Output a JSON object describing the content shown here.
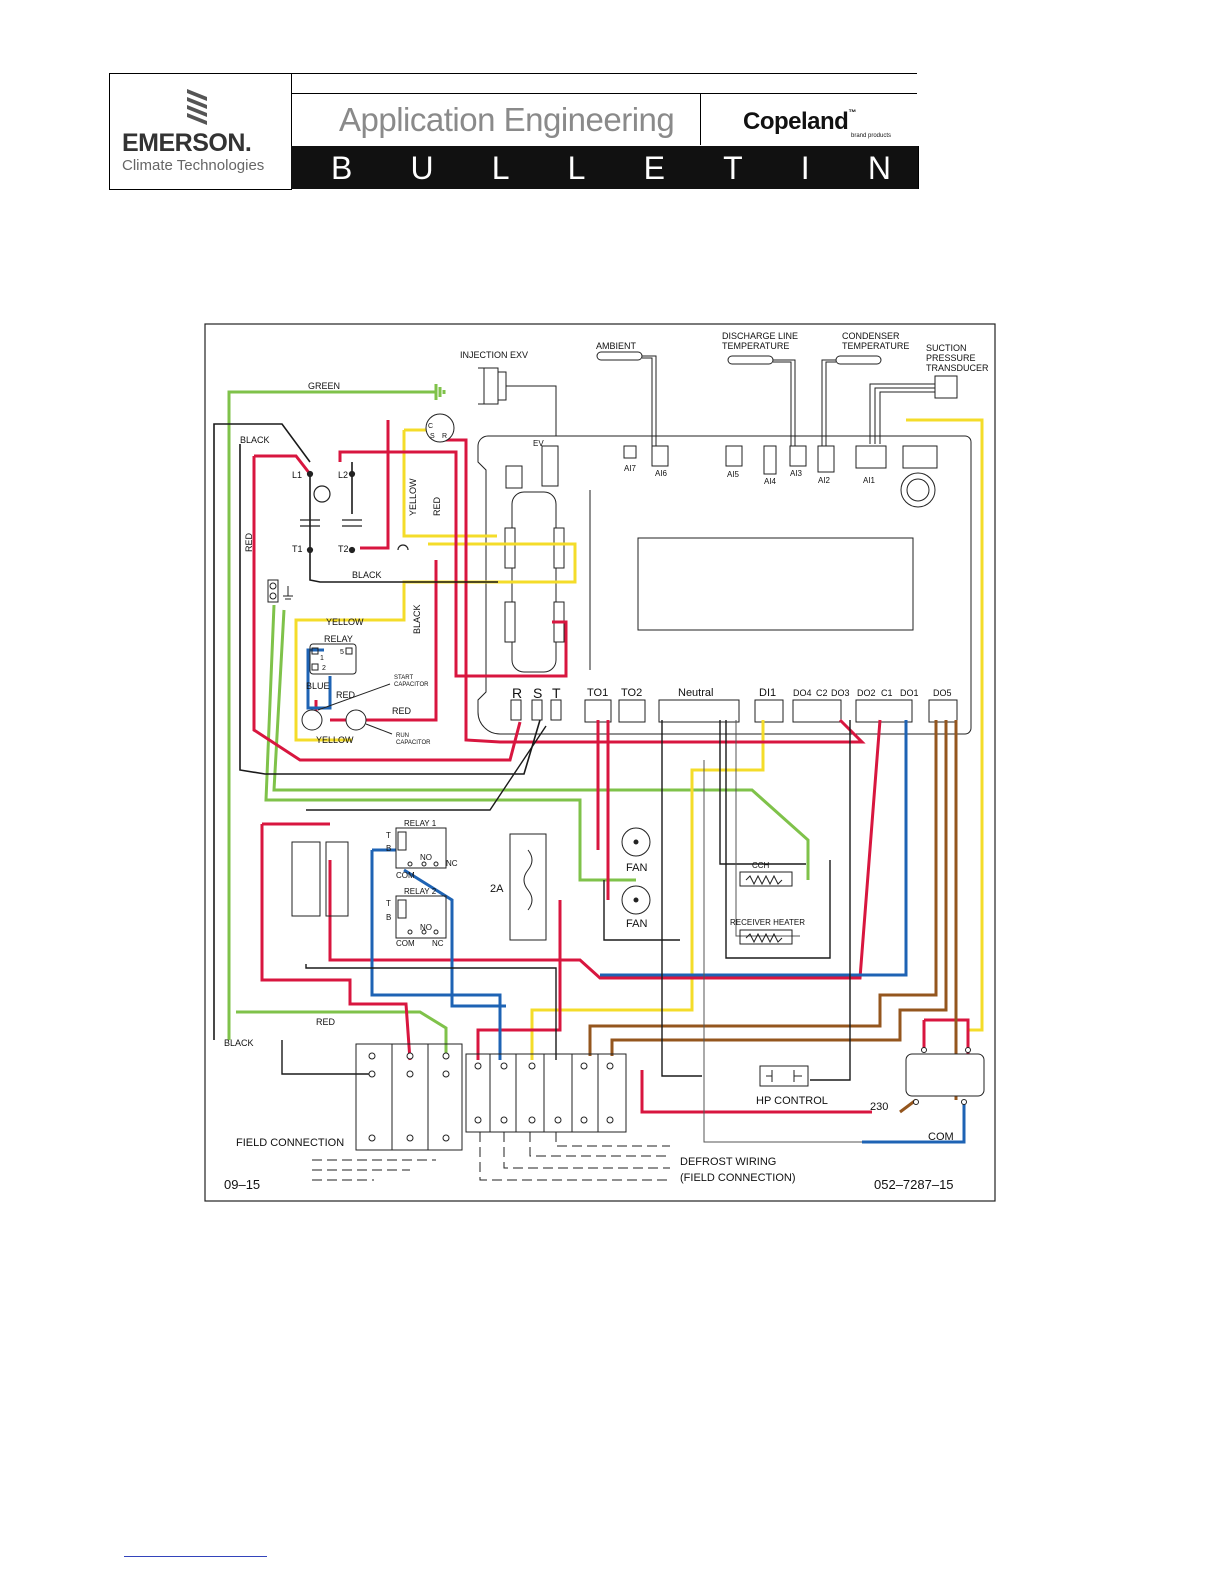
{
  "header": {
    "brand_name": "EMERSON.",
    "brand_sub": "Climate Technologies",
    "title": "Application Engineering",
    "partner_brand": "Copeland",
    "partner_tm": "™",
    "partner_sub": "brand products",
    "bulletin_letters": [
      "B",
      "U",
      "L",
      "L",
      "E",
      "T",
      "I",
      "N"
    ]
  },
  "diagram": {
    "doc_date": "09–15",
    "doc_number": "052–7287–15",
    "sensors": {
      "injection_exv": "INJECTION EXV",
      "ambient": "AMBIENT",
      "discharge_line_1": "DISCHARGE LINE",
      "discharge_line_2": "TEMPERATURE",
      "condenser_1": "CONDENSER",
      "condenser_2": "TEMPERATURE",
      "suction_1": "SUCTION",
      "suction_2": "PRESSURE",
      "suction_3": "TRANSDUCER"
    },
    "controller_inputs": {
      "ev": "EV",
      "ai7": "AI7",
      "ai6": "AI6",
      "ai5": "AI5",
      "ai4": "AI4",
      "ai3": "AI3",
      "ai2": "AI2",
      "ai1": "AI1"
    },
    "controller_outputs": {
      "r": "R",
      "s": "S",
      "t": "T",
      "to1": "TO1",
      "to2": "TO2",
      "neutral": "Neutral",
      "di1": "DI1",
      "do4": "DO4",
      "c2": "C2",
      "do3": "DO3",
      "do2": "DO2",
      "c1": "C1",
      "do1": "DO1",
      "do5": "DO5"
    },
    "wire_labels": {
      "green": "GREEN",
      "black_top": "BLACK",
      "red_left": "RED",
      "yellow_vert": "YELLOW",
      "red_vert": "RED",
      "black_mid": "BLACK",
      "yellow_mid": "YELLOW",
      "black_vert": "BLACK",
      "blue": "BLUE",
      "red_relay": "RED",
      "red_cap": "RED",
      "yellow_bottom": "YELLOW",
      "red_bottom": "RED",
      "black_bottom": "BLACK"
    },
    "contactor": {
      "l1": "L1",
      "l2": "L2",
      "t1": "T1",
      "t2": "T2"
    },
    "compressor_terminals": {
      "c": "C",
      "s": "S",
      "r": "R"
    },
    "start_relay": {
      "title": "RELAY",
      "pin1": "1",
      "pin2": "2",
      "pin5": "5"
    },
    "capacitors": {
      "start_1": "START",
      "start_2": "CAPACITOR",
      "run_1": "RUN",
      "run_2": "CAPACITOR"
    },
    "relays": {
      "relay1": "RELAY  1",
      "relay2": "RELAY  2",
      "t": "T",
      "b": "B",
      "no": "NO",
      "nc": "NC",
      "com": "COM"
    },
    "fuse": "2A",
    "fan": "FAN",
    "cch": "CCH",
    "receiver_heater": "RECEIVER  HEATER",
    "hp_control": "HP  CONTROL",
    "transformer_230": "230",
    "transformer_com": "COM",
    "field_connection": "FIELD  CONNECTION",
    "defrost_1": "DEFROST  WIRING",
    "defrost_2": "(FIELD  CONNECTION)"
  },
  "colors": {
    "red": "#d8163f",
    "yellow": "#f4dc2a",
    "green": "#7fc24a",
    "blue": "#1e63b4",
    "brown": "#94561e",
    "black": "#1a1a1a"
  }
}
